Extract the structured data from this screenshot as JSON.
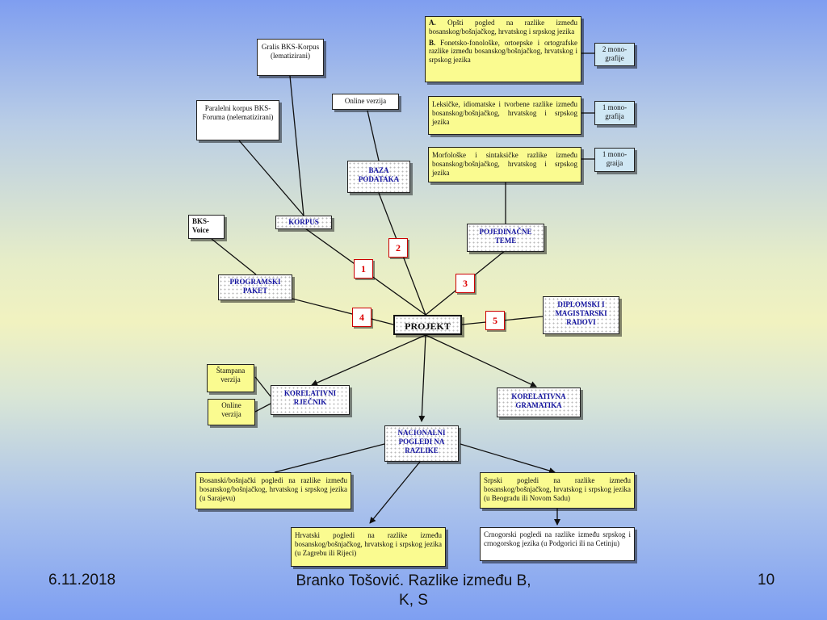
{
  "hub": "PROJEKT",
  "numbers": {
    "n1": "1",
    "n2": "2",
    "n3": "3",
    "n4": "4",
    "n5": "5"
  },
  "branches": {
    "korpus": "KORPUS",
    "baza": "BAZA PODATAKA",
    "pojedinacne": "POJEDINAČNE TEME",
    "programski": "PROGRAMSKI PAKET",
    "diplomski": "DIPLOMSKI I MAGISTARSKI RADOVI",
    "korelativni_rjecnik": "KORELATIVNI RJEČNIK",
    "korelativna_gramatika": "KORELATIVNA GRAMATIKA",
    "nacionalni": "NACIONALNI POGLEDI NA RAZLIKE"
  },
  "korpus_children": {
    "gralis": "Gralis BKS-Korpus (lematizirani)",
    "paralelni": "Paralelni korpus BKS-Foruma (nelematizirani)"
  },
  "online_verzija_top": "Online verzija",
  "bks_voice": "BKS-Voice",
  "rjecnik_children": {
    "stampana": "Štampana verzija",
    "online": "Online verzija"
  },
  "topics": {
    "a_label": "A.",
    "a_text": "Opšti pogled na razlike između bosanskog/bošnjačkog, hrvatskog i srpskog jezika",
    "b_label": "B.",
    "b_text": "Fonetsko-fonološke, ortoepske i ortografske razlike između bosanskog/bošnjačkog, hrvatskog i srpskog jezika",
    "leksicke": "Leksičke, idiomatske i tvorbene razlike između bosanskog/bošnjačkog, hrvatskog i srpskog jezika",
    "morfoloske": "Morfološke i sintaksičke razlike između bosanskog/bošnjačkog, hrvatskog i srpskog jezika"
  },
  "monographs": {
    "m1": "2 mono-grafije",
    "m2": "1 mono-grafija",
    "m3": "1 mono-graija"
  },
  "national": {
    "bosanski": "Bosanski/bošnjački pogledi na razlike između bosanskog/bošnjačkog, hrvatskog i srpskog jezika (u Sarajevu)",
    "hrvatski": "Hrvatski pogledi na razlike između bosanskog/bošnjačkog, hrvatskog i srpskog jezika (u Zagrebu ili Rijeci)",
    "srpski": "Srpski pogledi na razlike između bosanskog/bošnjačkog, hrvatskog i srpskog jezika (u Beogradu ili Novom Sadu)",
    "crnogorski": "Crnogorski pogledi na razlike između srpskog i crnogorskog jezika (u Podgorici ili na Cetinju)"
  },
  "footer": {
    "date": "6.11.2018",
    "title": "Branko Tošović. Razlike između B, K, S",
    "page": "10"
  }
}
